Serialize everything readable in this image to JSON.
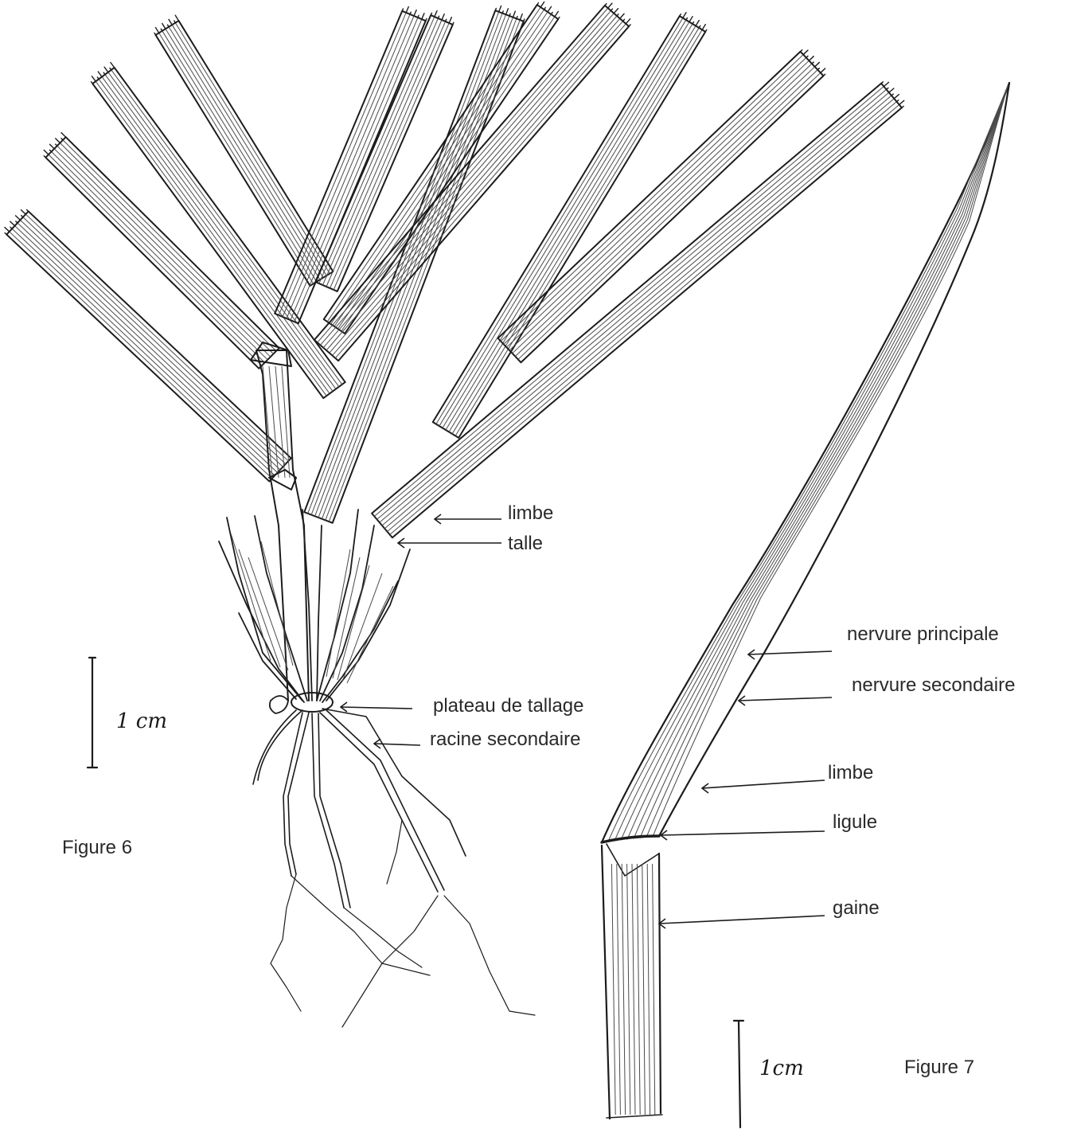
{
  "figure6": {
    "caption": "Figure 6",
    "scale_label": "1 cm",
    "labels": {
      "limbe": "limbe",
      "talle": "talle",
      "plateau": "plateau de tallage",
      "racine": "racine secondaire"
    }
  },
  "figure7": {
    "caption": "Figure 7",
    "scale_label": "1cm",
    "labels": {
      "nervure_principale": "nervure principale",
      "nervure_secondaire": "nervure secondaire",
      "limbe": "limbe",
      "ligule": "ligule",
      "gaine": "gaine"
    }
  }
}
